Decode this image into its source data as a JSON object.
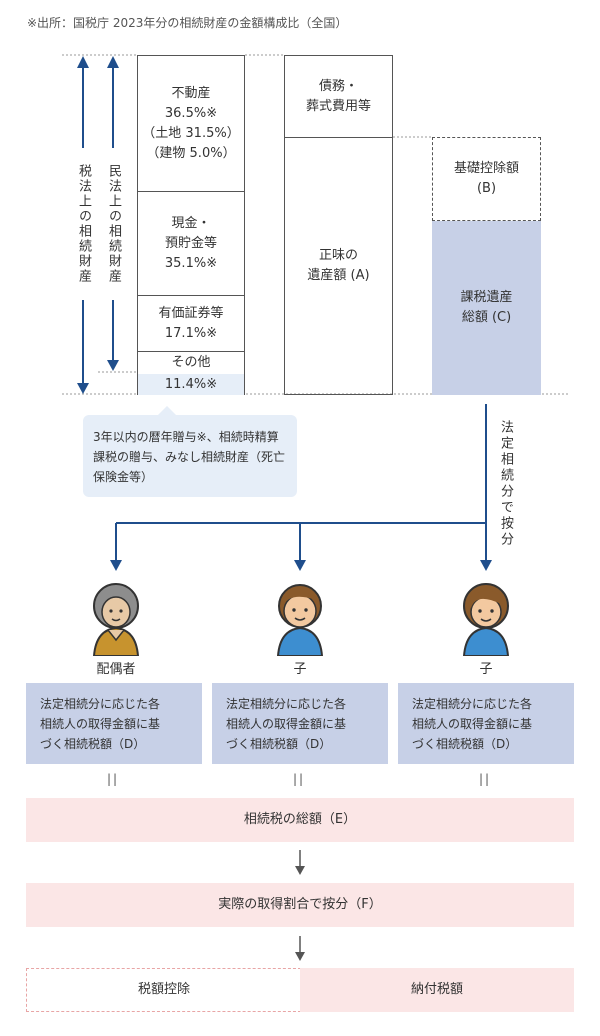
{
  "source_note": "※出所：国税庁 2023年分の相続財産の金額構成比（全国）",
  "labels": {
    "tax_law_assets": "税法上の相続財産",
    "civil_law_assets": "民法上の相続財産"
  },
  "assets": {
    "real_estate": "不動産\n36.5%※\n（土地 31.5%）\n（建物 5.0%）",
    "cash_deposits": "現金・\n預貯金等\n35.1%※",
    "securities": "有価証券等\n17.1%※",
    "other_label": "その他",
    "other_value": "11.4%※"
  },
  "liabilities": {
    "debts_funeral": "債務・\n葬式費用等",
    "net_estate": "正味の\n遺産額 (A)"
  },
  "deduction": {
    "basic": "基礎控除額\n(B)",
    "taxable": "課税遺産\n総額 (C)"
  },
  "callout": "3年以内の暦年贈与※、相続時精算課税の贈与、みなし相続財産（死亡保険金等）",
  "split_label": "法定相続分で按分",
  "heirs": [
    {
      "label": "配偶者",
      "box": "法定相続分に応じた各\n相続人の取得金額に基\nづく相続税額（D）"
    },
    {
      "label": "子",
      "box": "法定相続分に応じた各\n相続人の取得金額に基\nづく相続税額（D）"
    },
    {
      "label": "子",
      "box": "法定相続分に応じた各\n相続人の取得金額に基\nづく相続税額（D）"
    }
  ],
  "equals": "||",
  "total_tax": "相続税の総額（E）",
  "allocation": "実際の取得割合で按分（F）",
  "tax_deduction": "税額控除",
  "tax_payable": "納付税額",
  "colors": {
    "blue": "#c7d0e7",
    "pink": "#fbe6e6",
    "arrow": "#1f4e8c",
    "callout": "#e6eef8"
  }
}
